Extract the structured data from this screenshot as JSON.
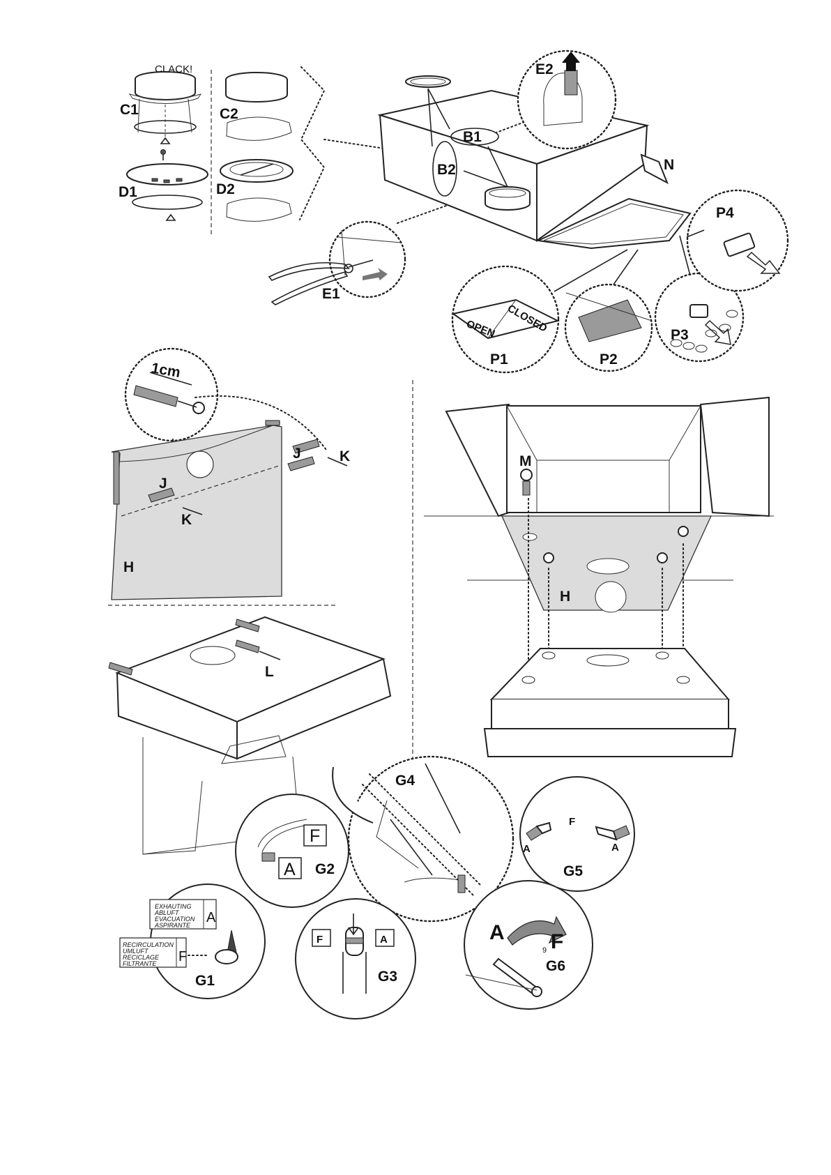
{
  "labels": {
    "clack": "CLACK!",
    "c1": "C1",
    "c2": "C2",
    "d1": "D1",
    "d2": "D2",
    "e1": "E1",
    "e2": "E2",
    "b1": "B1",
    "b2": "B2",
    "n": "N",
    "p1": "P1",
    "p2": "P2",
    "p3": "P3",
    "p4": "P4",
    "open": "OPEN",
    "closed": "CLOSED",
    "one_cm": "1cm",
    "j": "J",
    "k": "K",
    "h": "H",
    "l": "L",
    "m": "M",
    "a": "A",
    "f": "F",
    "g1": "G1",
    "g2": "G2",
    "g3": "G3",
    "g4": "G4",
    "g5": "G5",
    "g6": "G6",
    "g6_small": "9"
  },
  "g1_tags": {
    "exhausting": [
      "EXHAUTING",
      "ABLUFT",
      "EVACUATION",
      "ASPIRANTE"
    ],
    "recirculation": [
      "RECIRCULATION",
      "UMLUFT",
      "RECICLAGE",
      "FILTRANTE"
    ]
  },
  "icons": [
    "pliers-icon",
    "screw-icon",
    "wall-plug-icon",
    "switch-knob-icon",
    "arrow-icon"
  ],
  "colors": {
    "line": "#222222",
    "wall_fill": "#dcdcdc",
    "shade": "#9a9a9a"
  }
}
